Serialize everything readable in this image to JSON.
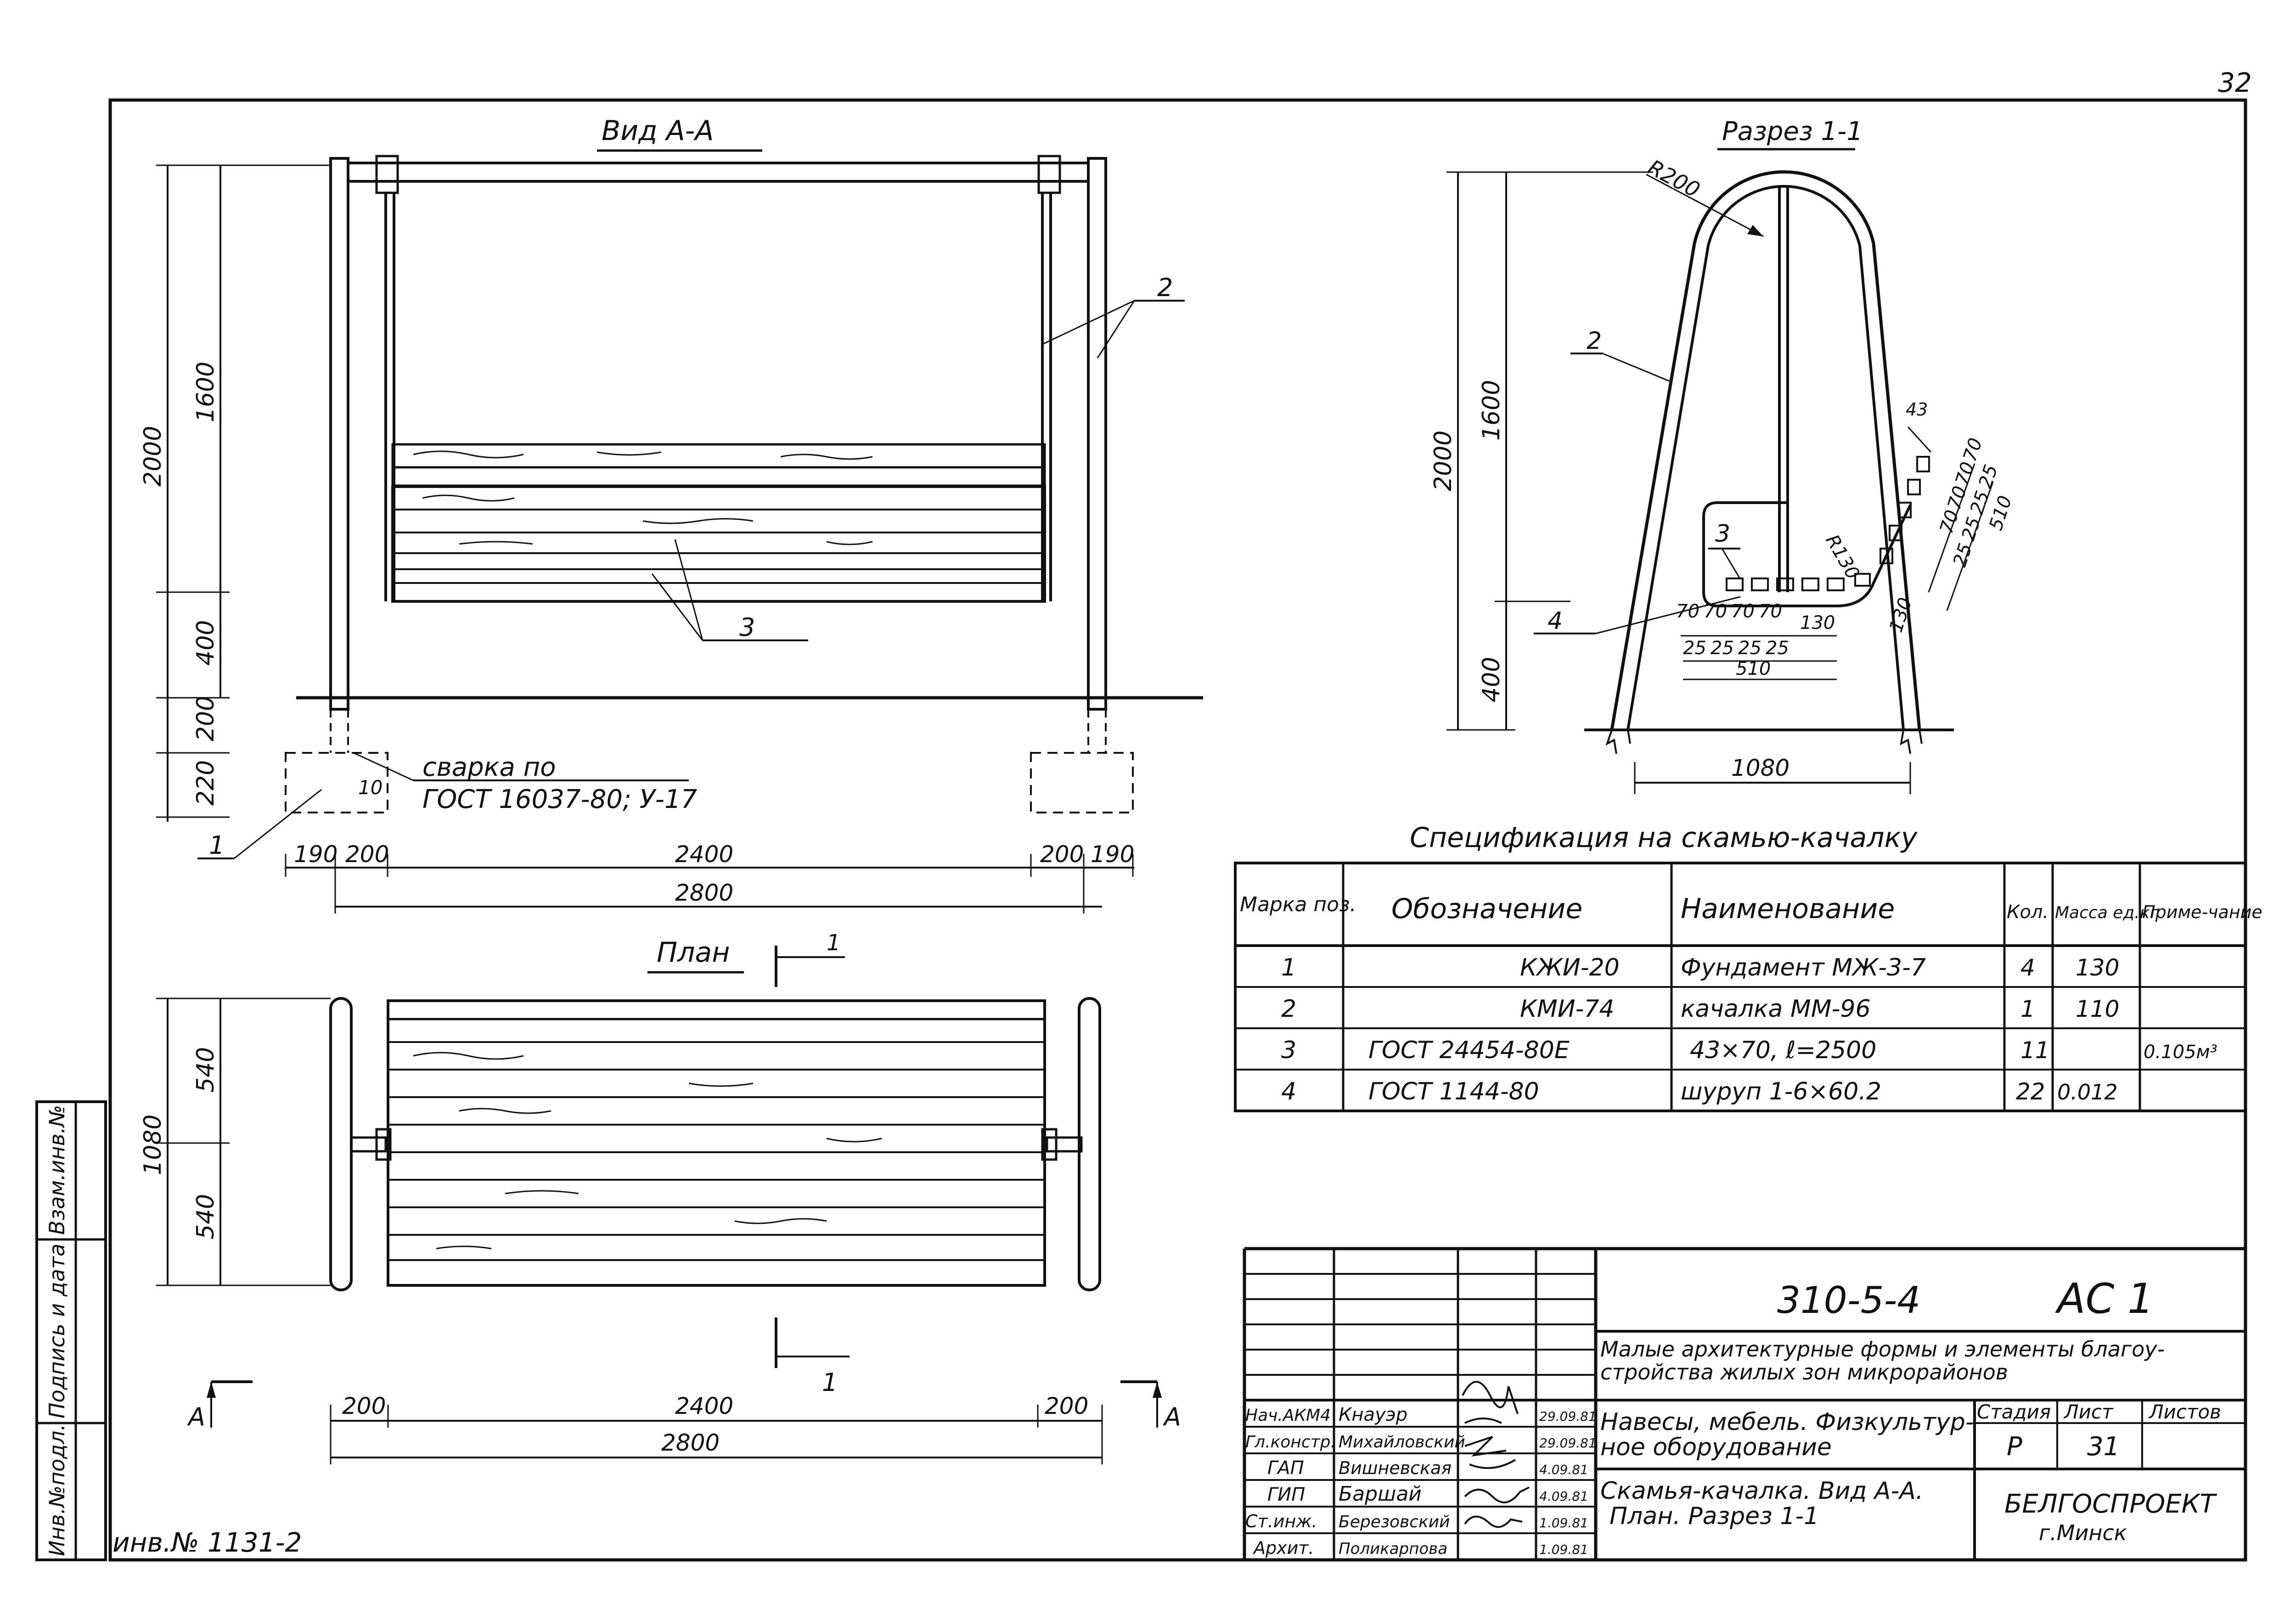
{
  "sheet": {
    "page_number": "32",
    "inventory_no": "инв.№ 1131-2",
    "side_stamp": [
      "Инв.№подл.",
      "Подпись и дата",
      "Взам.инв.№"
    ]
  },
  "view_aa": {
    "title": "Вид А-А",
    "dims_left": [
      "2000",
      "1600",
      "400",
      "200",
      "220"
    ],
    "dims_bottom": [
      "190",
      "200",
      "2400",
      "200",
      "190"
    ],
    "dim_total": "2800",
    "dim_10": "10",
    "weld_note_1": "сварка по",
    "weld_note_2": "ГОСТ 16037-80; У-17",
    "callouts": [
      "1",
      "2",
      "3"
    ]
  },
  "plan": {
    "title": "План",
    "section_mark": "1",
    "dims_left": [
      "1080",
      "540",
      "540"
    ],
    "dims_bottom": [
      "200",
      "2400",
      "200"
    ],
    "dim_total": "2800",
    "view_arrow_left": "А",
    "view_arrow_right": "А"
  },
  "section_11": {
    "title": "Разрез 1-1",
    "radius": "R200",
    "radius_seat": "R130",
    "dims_left": [
      "2000",
      "1600",
      "400"
    ],
    "dim_bottom": "1080",
    "seat_spacing_a": [
      "70",
      "70",
      "70",
      "70",
      "130"
    ],
    "seat_spacing_b": [
      "25",
      "25",
      "25",
      "25"
    ],
    "seat_total": "510",
    "back_spacing_a": [
      "70",
      "70",
      "70",
      "70"
    ],
    "back_spacing_b": [
      "25",
      "25",
      "25",
      "25"
    ],
    "back_total": "510",
    "back_130": "130",
    "plank_size": "43",
    "callouts": [
      "2",
      "3",
      "4"
    ]
  },
  "spec": {
    "title": "Спецификация на скамью-качалку",
    "headers": [
      "Марка поз.",
      "Обозначение",
      "Наименование",
      "Кол.",
      "Масса ед.кг",
      "Приме-чание"
    ],
    "rows": [
      [
        "1",
        "КЖИ-20",
        "Фундамент МЖ-3-7",
        "4",
        "130",
        ""
      ],
      [
        "2",
        "КМИ-74",
        "качалка ММ-96",
        "1",
        "110",
        ""
      ],
      [
        "3",
        "ГОСТ 24454-80Е",
        "43×70, ℓ=2500",
        "11",
        "",
        "0.105м³"
      ],
      [
        "4",
        "ГОСТ 1144-80",
        "шуруп 1-6×60.2",
        "22",
        "0.012",
        ""
      ]
    ]
  },
  "title_block": {
    "code": "310-5-4",
    "mark": "АС 1",
    "project_1": "Малые архитектурные формы и элементы благоу-",
    "project_2": "стройства жилых зон микрорайонов",
    "section_1": "Навесы, мебель. Физкультур-",
    "section_2": "ное оборудование",
    "sheet_1": "Скамья-качалка. Вид А-А.",
    "sheet_2": "План. Разрез 1-1",
    "stage_label": "Стадия",
    "sheet_label": "Лист",
    "sheets_label": "Листов",
    "stage": "Р",
    "sheet_no": "31",
    "org_1": "БЕЛГОСПРОЕКТ",
    "org_2": "г.Минск",
    "people": [
      {
        "role": "Нач.АКМ4",
        "name": "Кнауэр",
        "date": "29.09.81"
      },
      {
        "role": "Гл.констр.",
        "name": "Михайловский",
        "date": "29.09.81"
      },
      {
        "role": "ГАП",
        "name": "Вишневская",
        "date": "4.09.81"
      },
      {
        "role": "ГИП",
        "name": "Баршай",
        "date": "4.09.81"
      },
      {
        "role": "Ст.инж.",
        "name": "Березовский",
        "date": "1.09.81"
      },
      {
        "role": "Архит.",
        "name": "Поликарпова",
        "date": "1.09.81"
      }
    ]
  }
}
